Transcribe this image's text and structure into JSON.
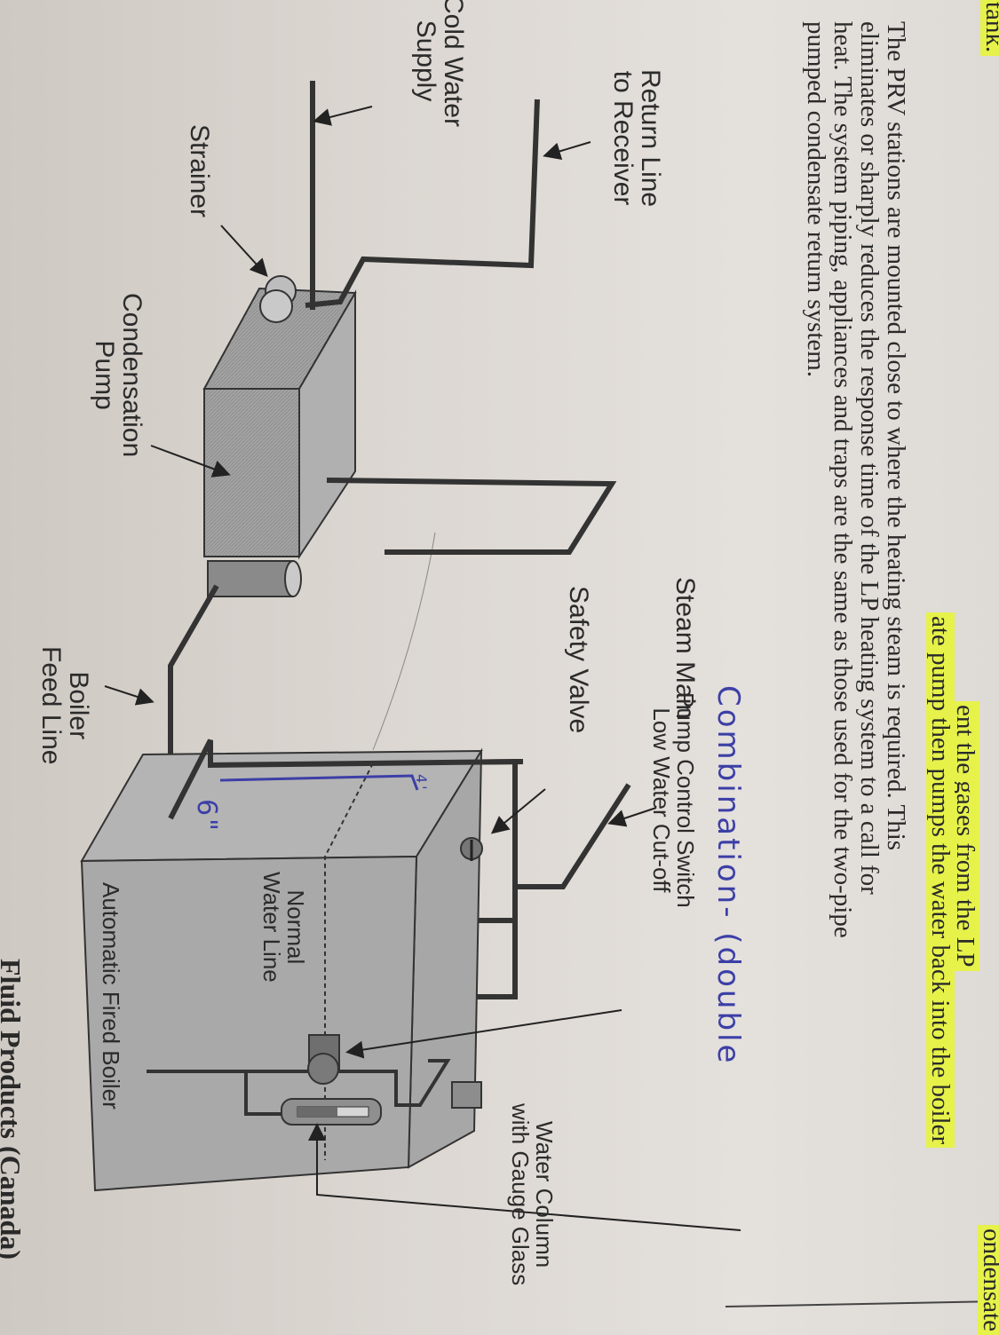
{
  "page_text": {
    "top_fragment": "tank.",
    "highlight_lines": [
      "ondensate",
      "ent the gases from the LP",
      "ate pump then pumps the water back into the boiler"
    ],
    "paragraph": [
      "The PRV stations are mounted close to where the heating steam is required. This",
      "eliminates or sharply reduces the response time of the LP heating system to a call for",
      "heat. The system piping, appliances and traps are the same as those used for the two-pipe",
      "pumped condensate return system."
    ]
  },
  "diagram": {
    "labels": {
      "return_line": [
        "Return Line",
        "to Receiver"
      ],
      "cold_water": [
        "Cold Water",
        "Supply"
      ],
      "strainer": "Strainer",
      "condensation_pump": [
        "Condensation",
        "Pump"
      ],
      "steam_main": "Steam Main",
      "safety_valve": "Safety Valve",
      "boiler_feed_line": [
        "Boiler",
        "Feed Line"
      ],
      "pump_control": [
        "Pump Control Switch",
        "Low Water Cut-off"
      ],
      "normal_water_line": [
        "Normal",
        "Water Line"
      ],
      "boiler": "Automatic Fired Boiler",
      "water_column": [
        "Water Column",
        "with Gauge Glass"
      ]
    },
    "handwritten": {
      "note": "Combination- (double",
      "depth": "6\"",
      "mark": "4'"
    },
    "colors": {
      "highlight": "#e6f24a",
      "ink": "#3c3fa6",
      "pipe": "#333333",
      "equipment": "#9b9b9b"
    }
  },
  "credit": "Fluid Products (Canada)"
}
